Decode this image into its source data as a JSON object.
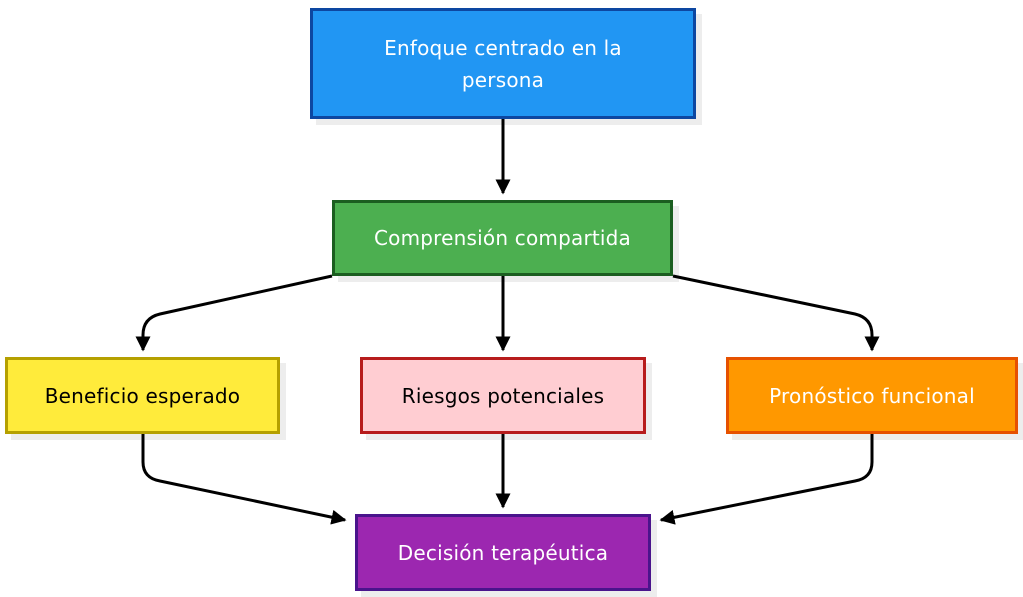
{
  "nodes": {
    "enfoque": {
      "label": "Enfoque centrado en la persona",
      "fill": "#2196f3",
      "border": "#0d47a1"
    },
    "comprension": {
      "label": "Comprensión compartida",
      "fill": "#4caf50",
      "border": "#1b5e20"
    },
    "beneficio": {
      "label": "Beneficio esperado",
      "fill": "#ffeb3b",
      "border": "#b5a000"
    },
    "riesgos": {
      "label": "Riesgos potenciales",
      "fill": "#ffcdd2",
      "border": "#b71c1c"
    },
    "pronostico": {
      "label": "Pronóstico funcional",
      "fill": "#ff9800",
      "border": "#e65100"
    },
    "decision": {
      "label": "Decisión terapéutica",
      "fill": "#9c27b0",
      "border": "#4a148c"
    }
  },
  "edges": [
    {
      "from": "enfoque",
      "to": "comprension"
    },
    {
      "from": "comprension",
      "to": "beneficio"
    },
    {
      "from": "comprension",
      "to": "riesgos"
    },
    {
      "from": "comprension",
      "to": "pronostico"
    },
    {
      "from": "beneficio",
      "to": "decision"
    },
    {
      "from": "riesgos",
      "to": "decision"
    },
    {
      "from": "pronostico",
      "to": "decision"
    }
  ],
  "edge_color": "#000000"
}
